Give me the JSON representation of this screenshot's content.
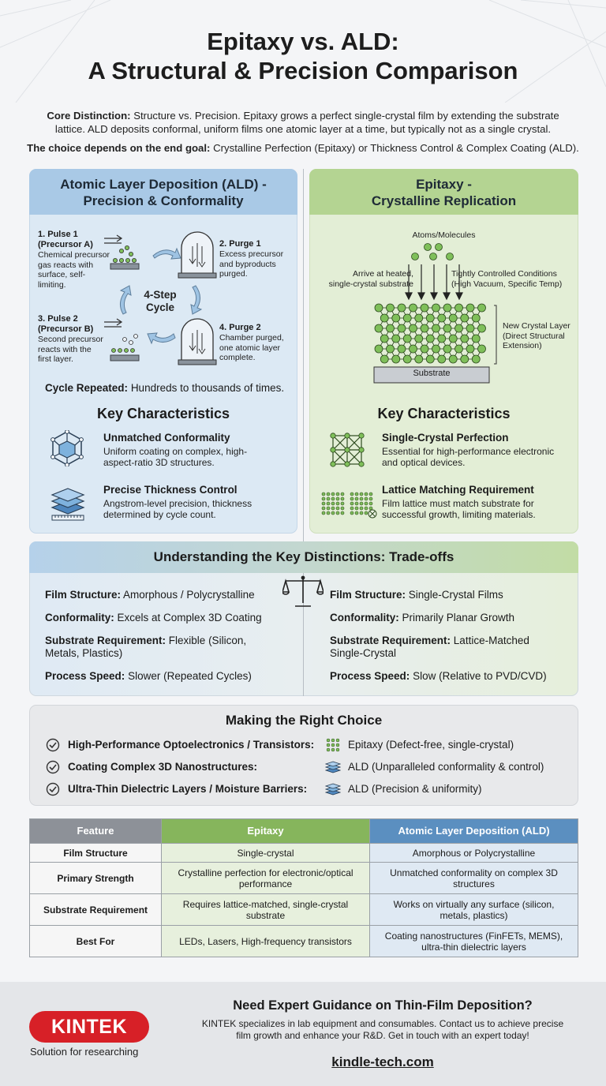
{
  "title": {
    "line1": "Epitaxy vs. ALD:",
    "line2": "A Structural & Precision Comparison"
  },
  "intro": {
    "core_label": "Core Distinction:",
    "core_text_line1": "Structure vs. Precision. Epitaxy grows a perfect single-crystal film by extending the substrate",
    "core_text_line2": "lattice. ALD deposits conformal, uniform films one atomic layer at a time, but typically not as a single crystal.",
    "choice_label": "The choice depends on the end goal:",
    "choice_text": "Crystalline Perfection (Epitaxy) or Thickness Control & Complex Coating (ALD)."
  },
  "ald_panel": {
    "title_line1": "Atomic Layer Deposition (ALD) -",
    "title_line2": "Precision & Conformality",
    "steps": [
      {
        "title": "1. Pulse 1\n(Precursor A)",
        "title_l1": "1. Pulse 1",
        "title_l2": "(Precursor A)",
        "desc_l1": "Chemical precursor",
        "desc_l2": "gas reacts with",
        "desc_l3": "surface, self-",
        "desc_l4": "limiting."
      },
      {
        "title_l1": "2. Purge 1",
        "desc_l1": "Excess precursor",
        "desc_l2": "and byproducts",
        "desc_l3": "purged."
      },
      {
        "title_l1": "3. Pulse 2",
        "title_l2": "(Precursor B)",
        "desc_l1": "Second precursor",
        "desc_l2": "reacts with the",
        "desc_l3": "first layer."
      },
      {
        "title_l1": "4. Purge 2",
        "desc_l1": "Chamber purged,",
        "desc_l2": "one atomic layer",
        "desc_l3": "complete."
      }
    ],
    "cycle_l1": "4-Step",
    "cycle_l2": "Cycle",
    "repeat_label": "Cycle Repeated:",
    "repeat_text": "Hundreds to thousands of times.",
    "kc_title": "Key Characteristics",
    "features": [
      {
        "title": "Unmatched Conformality",
        "desc_l1": "Uniform coating on complex, high-",
        "desc_l2": "aspect-ratio 3D structures."
      },
      {
        "title": "Precise Thickness Control",
        "desc_l1": "Angstrom-level precision, thickness",
        "desc_l2": "determined by cycle count."
      }
    ]
  },
  "epi_panel": {
    "title_line1": "Epitaxy -",
    "title_line2": "Crystalline Replication",
    "atoms_label": "Atoms/Molecules",
    "arrive_l1": "Arrive at heated,",
    "arrive_l2": "single-crystal substrate",
    "cond_l1": "Tightly Controlled Conditions",
    "cond_l2": "(High Vacuum, Specific Temp)",
    "layer_l1": "New Crystal Layer",
    "layer_l2": "(Direct Structural",
    "layer_l3": "Extension)",
    "substrate": "Substrate",
    "kc_title": "Key Characteristics",
    "features": [
      {
        "title": "Single-Crystal Perfection",
        "desc_l1": "Essential for high-performance electronic",
        "desc_l2": "and optical devices."
      },
      {
        "title": "Lattice Matching Requirement",
        "desc_l1": "Film lattice must match substrate for",
        "desc_l2": "successful growth, limiting materials."
      }
    ]
  },
  "tradeoffs": {
    "title": "Understanding the Key Distinctions: Trade-offs",
    "left": [
      {
        "label": "Film Structure:",
        "value": "Amorphous / Polycrystalline"
      },
      {
        "label": "Conformality:",
        "value": "Excels at Complex 3D Coating"
      },
      {
        "label": "Substrate Requirement:",
        "value": "Flexible (Silicon,",
        "value2": "Metals, Plastics)"
      },
      {
        "label": "Process Speed:",
        "value": "Slower (Repeated Cycles)"
      }
    ],
    "right": [
      {
        "label": "Film Structure:",
        "value": "Single-Crystal Films"
      },
      {
        "label": "Conformality:",
        "value": "Primarily Planar Growth"
      },
      {
        "label": "Substrate Requirement:",
        "value": "Lattice-Matched",
        "value2": "Single-Crystal"
      },
      {
        "label": "Process Speed:",
        "value": "Slow (Relative to PVD/CVD)"
      }
    ]
  },
  "choice": {
    "title": "Making the Right Choice",
    "rows": [
      {
        "need": "High-Performance Optoelectronics / Transistors:",
        "pick": "Epitaxy (Defect-free, single-crystal)"
      },
      {
        "need": "Coating Complex 3D Nanostructures:",
        "pick": "ALD (Unparalleled conformality & control)"
      },
      {
        "need": "Ultra-Thin Dielectric Layers / Moisture Barriers:",
        "pick": "ALD (Precision & uniformity)"
      }
    ]
  },
  "table": {
    "headers": [
      "Feature",
      "Epitaxy",
      "Atomic Layer Deposition (ALD)"
    ],
    "rows": [
      {
        "feature": "Film Structure",
        "epi_l1": "Single-crystal",
        "epi_l2": "",
        "ald_l1": "Amorphous or Polycrystalline",
        "ald_l2": ""
      },
      {
        "feature": "Primary Strength",
        "epi_l1": "Crystalline perfection for electronic/optical",
        "epi_l2": "performance",
        "ald_l1": "Unmatched conformality on complex 3D",
        "ald_l2": "structures"
      },
      {
        "feature": "Substrate Requirement",
        "epi_l1": "Requires lattice-matched, single-crystal",
        "epi_l2": "substrate",
        "ald_l1": "Works on virtually any surface (silicon,",
        "ald_l2": "metals, plastics)"
      },
      {
        "feature": "Best For",
        "epi_l1": "LEDs, Lasers, High-frequency transistors",
        "epi_l2": "",
        "ald_l1": "Coating nanostructures (FinFETs, MEMS),",
        "ald_l2": "ultra-thin dielectric layers"
      }
    ]
  },
  "footer": {
    "logo": "KINTEK",
    "tagline": "Solution for researching",
    "headline": "Need Expert Guidance on Thin-Film Deposition?",
    "body_l1": "KINTEK specializes in lab equipment and consumables. Contact us to achieve precise",
    "body_l2": "film growth and enhance your R&D. Get in touch with an expert today!",
    "link": "kindle-tech.com"
  },
  "colors": {
    "ald_panel": "#dce9f4",
    "ald_header": "#a9c9e6",
    "epi_panel": "#e3eed6",
    "epi_header": "#b4d492",
    "brand_red": "#d72027",
    "crystal_green": "#7fbf5a"
  }
}
